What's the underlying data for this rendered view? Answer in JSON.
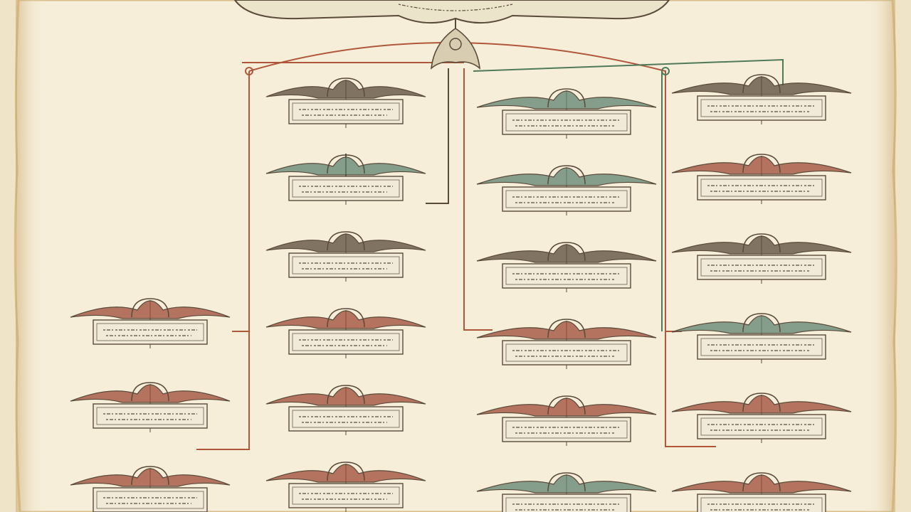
{
  "diagram": {
    "style": "antique-family-tree-scroll",
    "title_banner_text": "",
    "plaque_text": "",
    "colors": {
      "parchment": "#f6eed9",
      "parchment_edge": "#d9bf8c",
      "ink": "#5a4a3a",
      "plaque_fill": "#f1ead8",
      "connector_red": "#b0573a",
      "connector_green": "#4f7a5a",
      "crest_red": "#9c4a36",
      "crest_green": "#5f8370"
    },
    "columns": [
      {
        "name": "column-1",
        "generations": 3,
        "crest_colors": [
          "crest_red",
          "crest_red",
          "crest_red"
        ]
      },
      {
        "name": "column-2",
        "generations": 6,
        "crest_colors": [
          "ink",
          "crest_green",
          "ink",
          "crest_red",
          "crest_red",
          "crest_red"
        ]
      },
      {
        "name": "column-3",
        "generations": 6,
        "crest_colors": [
          "crest_green",
          "crest_green",
          "ink",
          "crest_red",
          "crest_red",
          "crest_green"
        ]
      },
      {
        "name": "column-4",
        "generations": 6,
        "crest_colors": [
          "ink",
          "crest_red",
          "ink",
          "crest_green",
          "crest_red",
          "crest_red"
        ]
      }
    ],
    "connectors": [
      {
        "name": "connector-left-branch",
        "color": "connector_red"
      },
      {
        "name": "connector-center-left",
        "color": "ink"
      },
      {
        "name": "connector-center-right",
        "color": "connector_red"
      },
      {
        "name": "connector-right-branch",
        "color": "connector_green"
      }
    ]
  }
}
